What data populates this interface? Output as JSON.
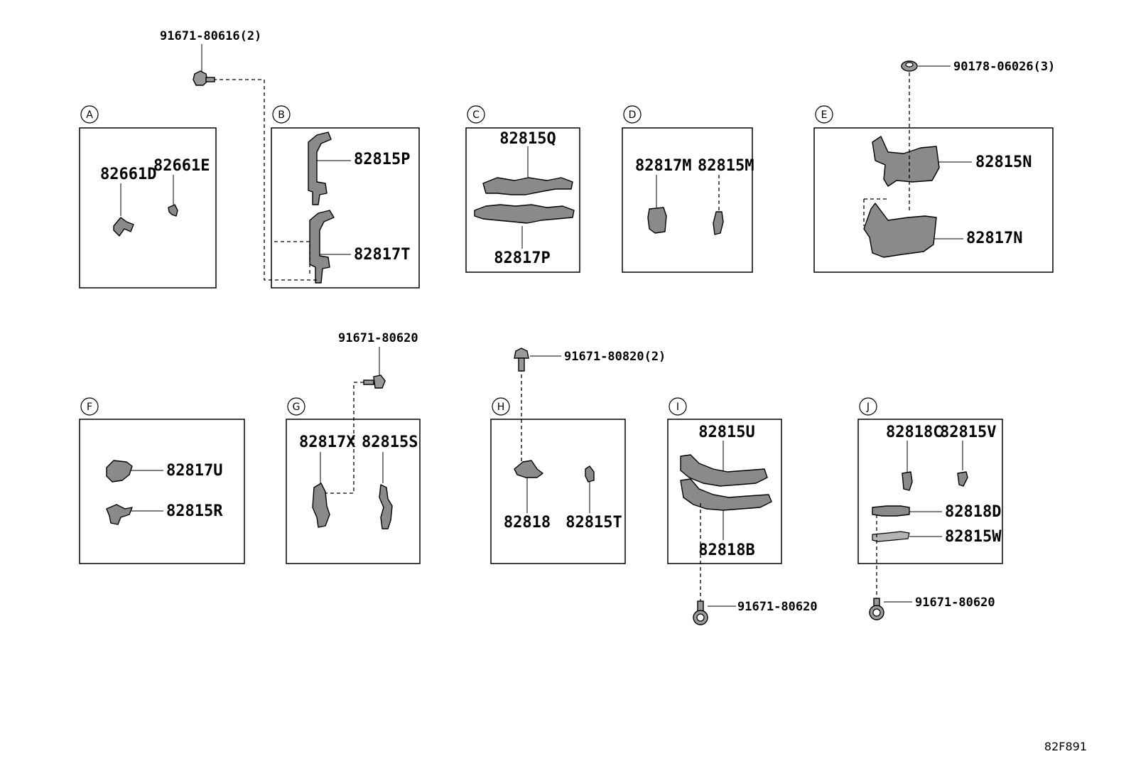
{
  "diagram_ref": "82F891",
  "sections": [
    {
      "letter": "A",
      "parts": [
        "82661D",
        "82661E"
      ]
    },
    {
      "letter": "B",
      "parts": [
        "82815P",
        "82817T"
      ]
    },
    {
      "letter": "C",
      "parts": [
        "82815Q",
        "82817P"
      ]
    },
    {
      "letter": "D",
      "parts": [
        "82817M",
        "82815M"
      ]
    },
    {
      "letter": "E",
      "parts": [
        "82815N",
        "82817N"
      ]
    },
    {
      "letter": "F",
      "parts": [
        "82817U",
        "82815R"
      ]
    },
    {
      "letter": "G",
      "parts": [
        "82817X",
        "82815S"
      ]
    },
    {
      "letter": "H",
      "parts": [
        "82818",
        "82815T"
      ]
    },
    {
      "letter": "I",
      "parts": [
        "82815U",
        "82818B"
      ]
    },
    {
      "letter": "J",
      "parts": [
        "82818C",
        "82815V",
        "82818D",
        "82815W"
      ]
    }
  ],
  "fasteners": {
    "b": "91671-80616(2)",
    "e": "90178-06026(3)",
    "g": "91671-80620",
    "h": "91671-80820(2)",
    "i": "91671-80620",
    "j": "91671-80620"
  }
}
